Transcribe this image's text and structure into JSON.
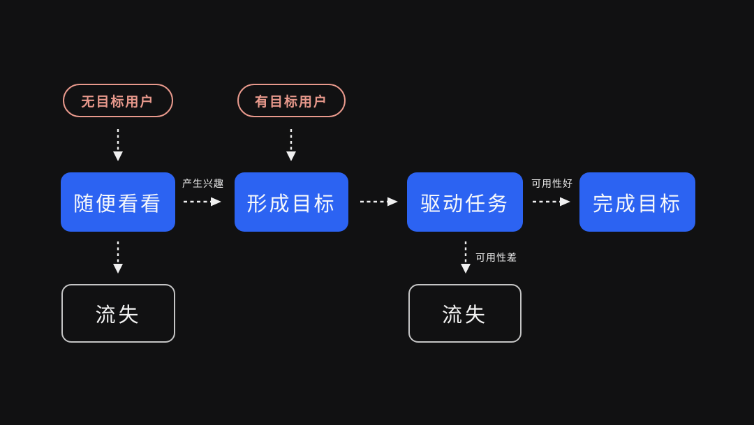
{
  "diagram": {
    "entry_pills": [
      {
        "label": "无目标用户"
      },
      {
        "label": "有目标用户"
      }
    ],
    "stages": [
      {
        "label": "随便看看"
      },
      {
        "label": "形成目标"
      },
      {
        "label": "驱动任务"
      },
      {
        "label": "完成目标"
      }
    ],
    "churn_nodes": [
      {
        "label": "流失"
      },
      {
        "label": "流失"
      }
    ],
    "edge_labels": {
      "interest": "产生兴趣",
      "usability_good": "可用性好",
      "usability_bad": "可用性差"
    },
    "colors": {
      "background": "#111112",
      "stage_fill": "#2c63f2",
      "stage_text": "#f6f8fb",
      "pill_border": "#e8998c",
      "pill_text": "#e8998c",
      "churn_border": "#c5c5c5",
      "churn_text": "#f2f2f2",
      "arrow": "#f0f0f0",
      "edge_label_text": "#ededed"
    }
  }
}
